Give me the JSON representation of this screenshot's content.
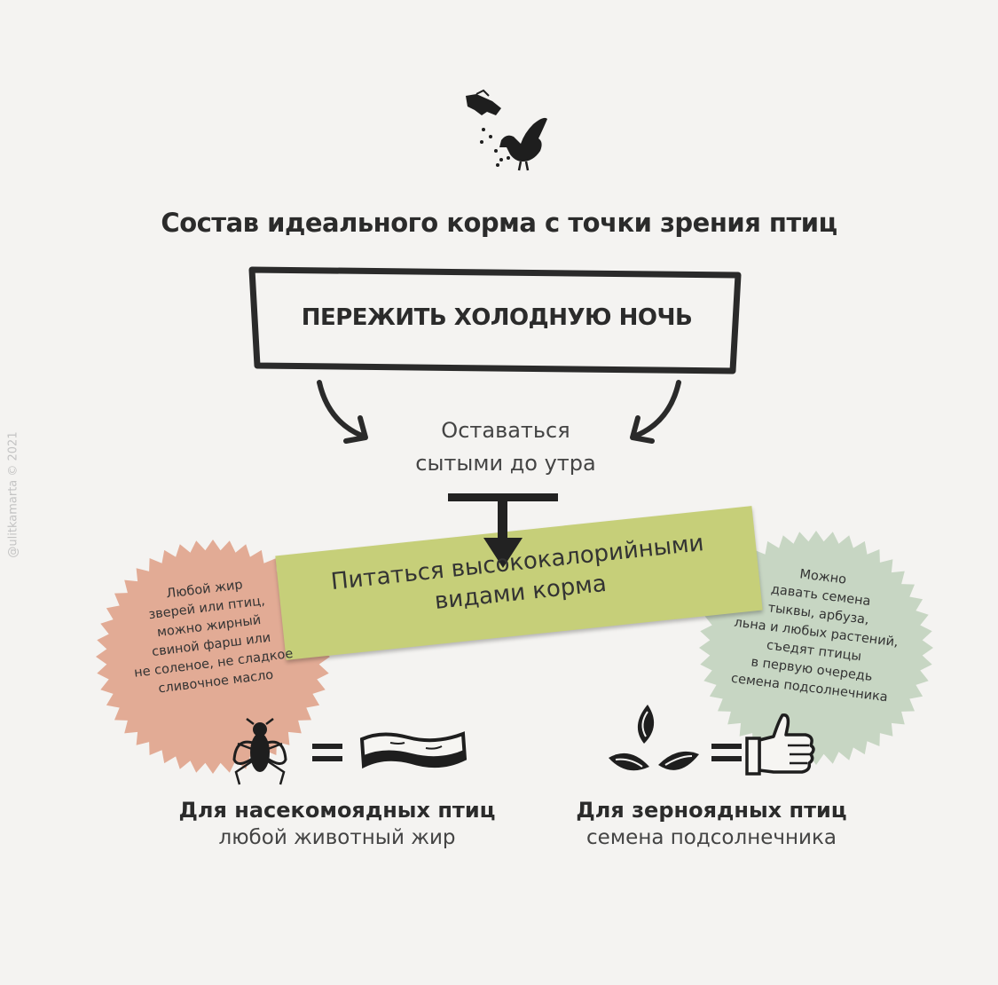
{
  "title": "Состав идеального корма с точки зрения птиц",
  "top_box": {
    "label": "ПЕРЕЖИТЬ ХОЛОДНУЮ НОЧЬ"
  },
  "middle": {
    "line1": "Оставаться",
    "line2": "сытыми до утра"
  },
  "banner": {
    "line1": "Питаться высококалорийными",
    "line2": "видами корма"
  },
  "burst_left": {
    "color": "#e2ab95",
    "lines": [
      "Любой жир",
      "зверей или птиц,",
      "можно жирный",
      "свиной фарш или",
      "не соленое, не сладкое",
      "сливочное масло"
    ]
  },
  "burst_right": {
    "color": "#c7d6c3",
    "lines": [
      "Можно",
      "давать семена",
      "тыквы, арбуза,",
      "льна и любых растений,",
      "съедят птицы",
      "в первую очередь",
      "семена подсолнечника"
    ]
  },
  "caption_left": {
    "heading": "Для насекомоядных птиц",
    "sub": "любой животный жир"
  },
  "caption_right": {
    "heading": "Для зерноядных птиц",
    "sub": "семена подсолнечника"
  },
  "watermark": "@ulitkamarta © 2021",
  "icons": {
    "header": "hand-feeding-bird-icon",
    "left_a": "fly-icon",
    "left_b": "bacon-icon",
    "right_a": "sunflower-seeds-icon",
    "right_b": "thumbs-up-icon"
  }
}
